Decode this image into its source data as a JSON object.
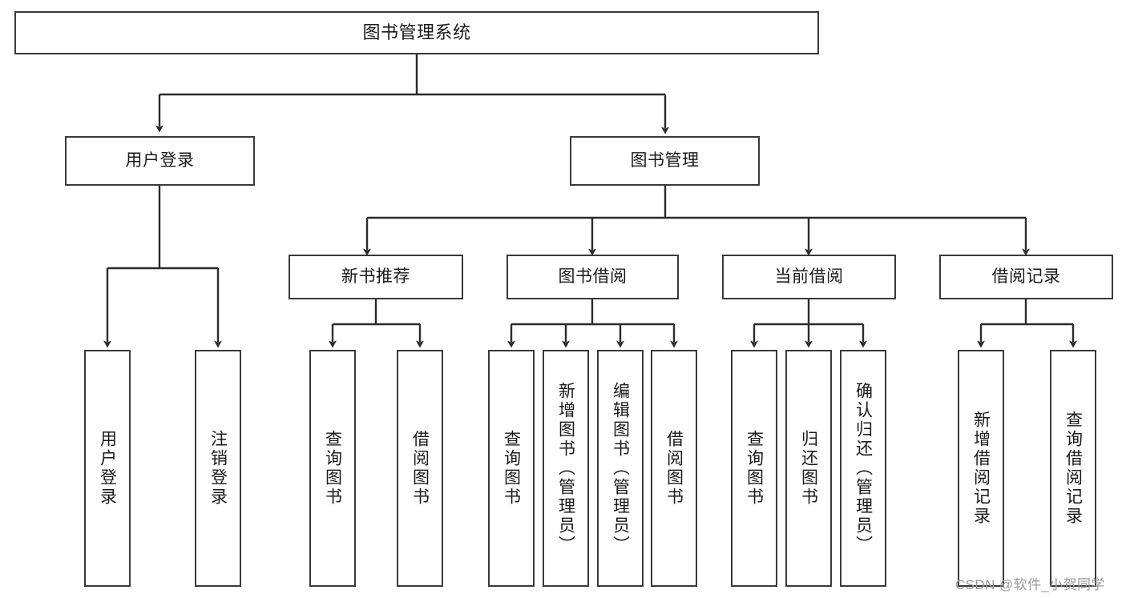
{
  "diagram": {
    "type": "tree-hierarchy-chart",
    "title": "图书管理系统",
    "colors": {
      "box_border": "#3a3a3a",
      "box_fill": "#ffffff",
      "edge": "#2b2b2b",
      "text": "#1a1a1a",
      "watermark": "#9a9a9a",
      "background": "#ffffff"
    },
    "root": {
      "label": "图书管理系统"
    },
    "level2": [
      {
        "label": "用户登录"
      },
      {
        "label": "图书管理"
      }
    ],
    "level3": [
      {
        "label": "新书推荐"
      },
      {
        "label": "图书借阅"
      },
      {
        "label": "当前借阅"
      },
      {
        "label": "借阅记录"
      }
    ],
    "leaves": {
      "user_login": [
        {
          "label": "用户登录"
        },
        {
          "label": "注销登录"
        }
      ],
      "new_book_recommend": [
        {
          "label": "查询图书"
        },
        {
          "label": "借阅图书"
        }
      ],
      "book_borrow": [
        {
          "label": "查询图书"
        },
        {
          "label": "新增图书（管理员）"
        },
        {
          "label": "编辑图书（管理员）"
        },
        {
          "label": "借阅图书"
        }
      ],
      "current_borrow": [
        {
          "label": "查询图书"
        },
        {
          "label": "归还图书"
        },
        {
          "label": "确认归还（管理员）"
        }
      ],
      "borrow_record": [
        {
          "label": "新增借阅记录"
        },
        {
          "label": "查询借阅记录"
        }
      ]
    },
    "watermark": "CSDN @软件_小贺同学"
  }
}
